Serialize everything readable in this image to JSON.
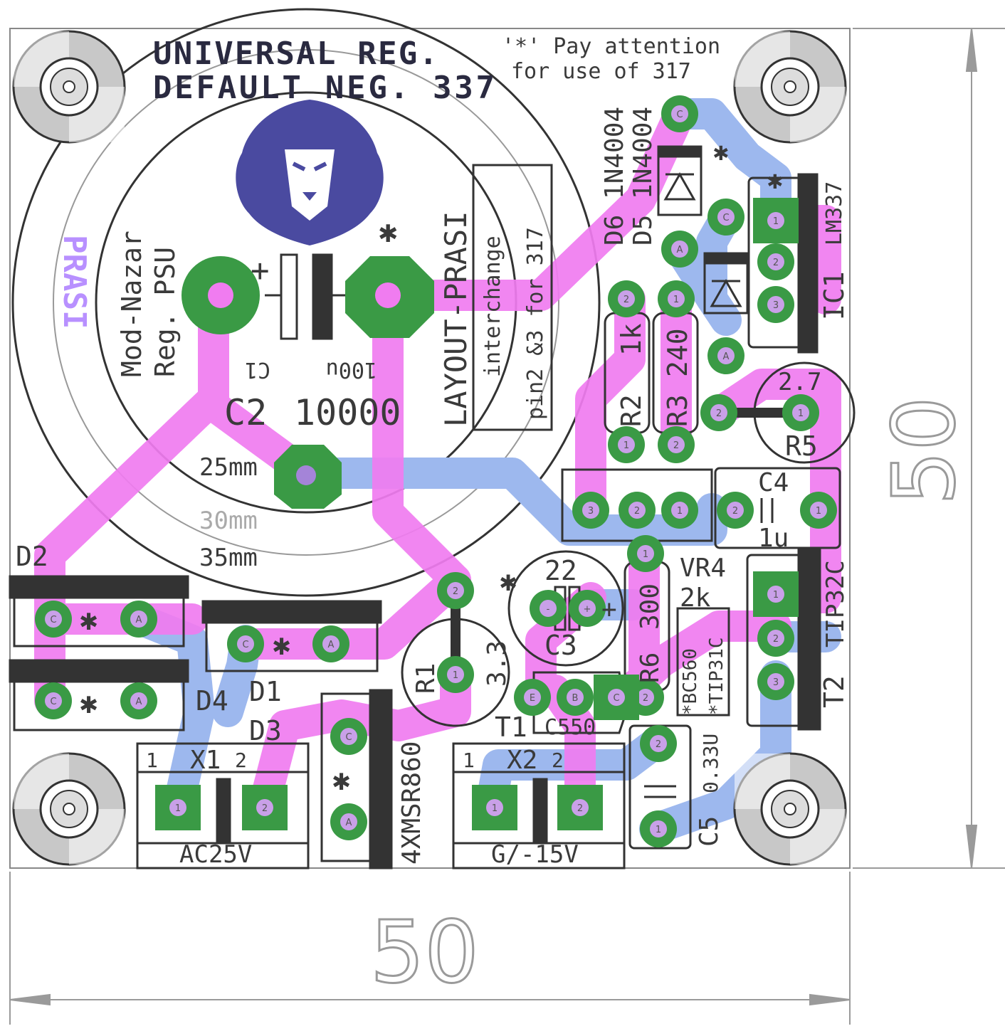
{
  "title_lines": [
    "UNIVERSAL REG.",
    "DEFAULT NEG. 337"
  ],
  "note_lines": [
    "'*' Pay attention",
    "for use of 317"
  ],
  "board_left": [
    "Mod-Nazar",
    "Reg. PSU"
  ],
  "mirror_text": "PRASI",
  "layout_label": "LAYOUT-PRASI",
  "interchange_lines": [
    "interchange",
    "pin2 &3 for 317"
  ],
  "cap_c1": [
    "C1",
    "100u"
  ],
  "cap_c2": [
    "C2",
    "10000"
  ],
  "diam_25": "25mm",
  "diam_30": "30mm",
  "diam_35": "35mm",
  "dim_w": "50",
  "dim_h": "50",
  "labels": {
    "d6": "D6 1N4004",
    "d5": "D5 1N4004",
    "lm337": "LM337",
    "ic1": "IC1",
    "r2": "R2",
    "r2v": "1k",
    "r3": "R3",
    "r3v": "240",
    "r5v": "2.7",
    "r5": "R5",
    "c4": "C4",
    "c4v": "1u",
    "vr4": "VR4",
    "vr4v": "2k",
    "c3v": "22",
    "c3": "C3",
    "r6v": "300",
    "r6": "R6",
    "r1": "R1",
    "r1v": "3.3",
    "t1": "T1",
    "t1v": "C550",
    "t2": "T2",
    "tip32c": "TIP32C",
    "bc560": "*BC560",
    "tip31c": "*TIP31C",
    "c5": "C5",
    "c5v": "0.33U",
    "d2": "D2",
    "d4": "D4",
    "d1": "D1",
    "d3": "D3",
    "diodes": "4XMSR860",
    "x1": "X1",
    "x1v": "AC25V",
    "x2": "X2",
    "x2v": "G/-15V",
    "pin1": "1",
    "pin2": "2",
    "pin3": "3",
    "plus": "+",
    "minus": "-",
    "star": "✱",
    "pin_c": "C",
    "pin_a": "A",
    "pin_e": "E",
    "pin_b": "B"
  },
  "colors": {
    "pad": "#3a9a45",
    "top_copper": "#f07cf0",
    "bottom_copper": "#9db8ee",
    "silk": "#333333",
    "logo": "#4a4aa0"
  }
}
